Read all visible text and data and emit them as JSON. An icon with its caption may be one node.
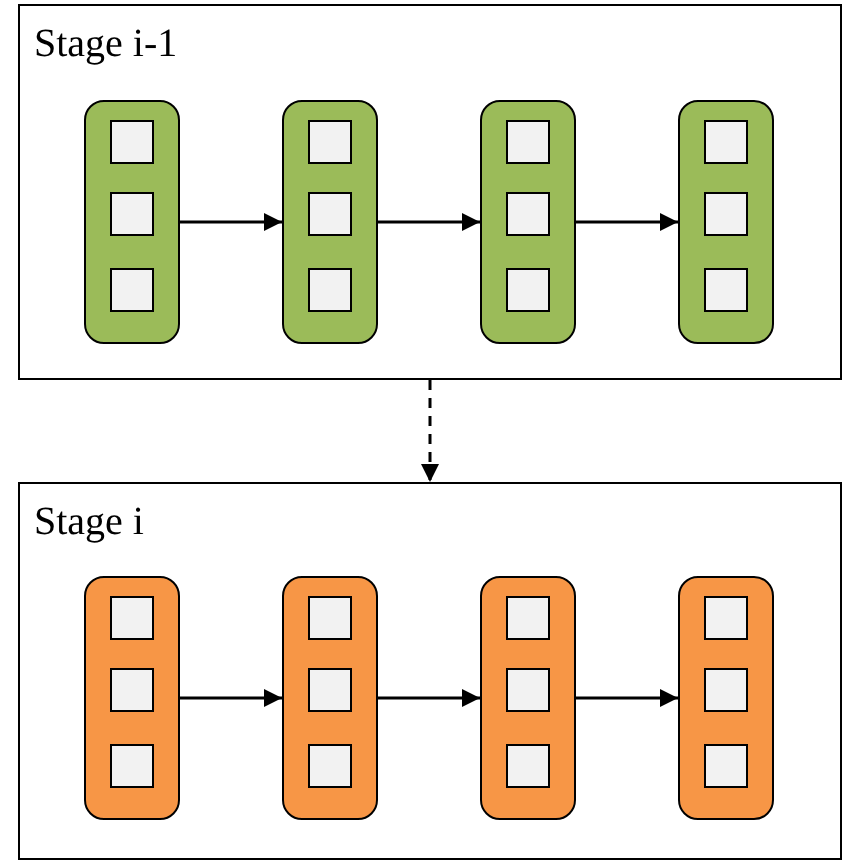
{
  "diagram": {
    "nodes": [
      {
        "text": [
          "Stage i-1"
        ]
      },
      {
        "text": [],
        "shape": "box",
        "in": 0
      },
      {
        "text": [],
        "shape": "box",
        "in": 0
      },
      {
        "text": [],
        "shape": "box",
        "in": 0
      },
      {
        "text": [],
        "shape": "box",
        "in": 0
      },
      {
        "text": [
          "Stage i"
        ]
      },
      {
        "text": [],
        "shape": "box",
        "in": 5
      },
      {
        "text": [],
        "shape": "box",
        "in": 5
      },
      {
        "text": [],
        "shape": "box",
        "in": 5
      },
      {
        "text": [],
        "shape": "box",
        "in": 5
      }
    ],
    "edges": [
      {
        "from": 1,
        "to": 2,
        "arrow": "to"
      },
      {
        "from": 2,
        "to": 3,
        "arrow": "to"
      },
      {
        "from": 3,
        "to": 4,
        "arrow": "to"
      },
      {
        "from": 0,
        "to": 5,
        "arrow": "to",
        "style": "dashed"
      },
      {
        "from": 6,
        "to": 7,
        "arrow": "to"
      },
      {
        "from": 7,
        "to": 8,
        "arrow": "to"
      },
      {
        "from": 8,
        "to": 9,
        "arrow": "to"
      }
    ]
  }
}
